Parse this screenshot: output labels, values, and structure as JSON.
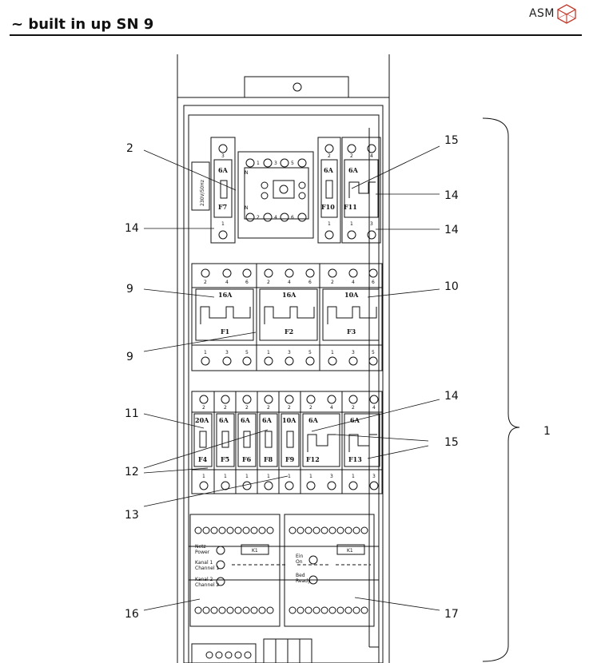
{
  "header": {
    "title": "~ built in up SN 9",
    "brand": "ASM",
    "brand_color": "#c0392b"
  },
  "callouts": [
    "2",
    "15",
    "14",
    "14",
    "14",
    "9",
    "10",
    "9",
    "14",
    "11",
    "15",
    "1",
    "12",
    "13",
    "16",
    "17"
  ],
  "top_row": {
    "fuse_left": {
      "rating": "6A",
      "name": "F7",
      "top": "3",
      "bottom": "1"
    },
    "side_label": "230V/50Hz",
    "switch": {
      "n_top": "N",
      "n_bottom": "N",
      "top_terminals": [
        "1",
        "3",
        "5"
      ],
      "bottom_terminals": [
        "2",
        "4",
        "6"
      ]
    },
    "fuse_mid": {
      "rating": "6A",
      "name": "F10",
      "top": "2",
      "bottom": "1"
    },
    "fuse_right": {
      "rating": "6A",
      "name": "F11",
      "top": [
        "2",
        "4"
      ],
      "bottom": [
        "1",
        "3"
      ]
    }
  },
  "row2": {
    "breakers": [
      {
        "rating": "16A",
        "name": "F1"
      },
      {
        "rating": "16A",
        "name": "F2"
      },
      {
        "rating": "10A",
        "name": "F3"
      }
    ],
    "top_terminals": [
      "2",
      "4",
      "6",
      "2",
      "4",
      "6",
      "2",
      "4",
      "6"
    ],
    "bottom_terminals": [
      "1",
      "3",
      "5",
      "1",
      "3",
      "5",
      "1",
      "3",
      "5"
    ]
  },
  "row3": {
    "fuses": [
      {
        "rating": "20A",
        "name": "F4"
      },
      {
        "rating": "6A",
        "name": "F5"
      },
      {
        "rating": "6A",
        "name": "F6"
      },
      {
        "rating": "6A",
        "name": "F8"
      },
      {
        "rating": "10A",
        "name": "F9"
      },
      {
        "rating": "6A",
        "name": "F12"
      },
      {
        "rating": "6A",
        "name": "F13"
      }
    ],
    "top_terminals": [
      "2",
      "2",
      "2",
      "2",
      "2",
      "2",
      "4",
      "2",
      "4"
    ],
    "bottom_terminals": [
      "1",
      "1",
      "1",
      "1",
      "1",
      "1",
      "3",
      "1",
      "3"
    ]
  },
  "relays": [
    {
      "k": "K1",
      "line1": "Netz",
      "line2": "Power",
      "line3": "Kanal 1",
      "line4": "Channel 1",
      "line5": "Kanal 2",
      "line6": "Channel 2"
    },
    {
      "k": "K1",
      "line1": "Ein",
      "line2": "On",
      "line3": "Bed",
      "line4": "Ready"
    }
  ]
}
